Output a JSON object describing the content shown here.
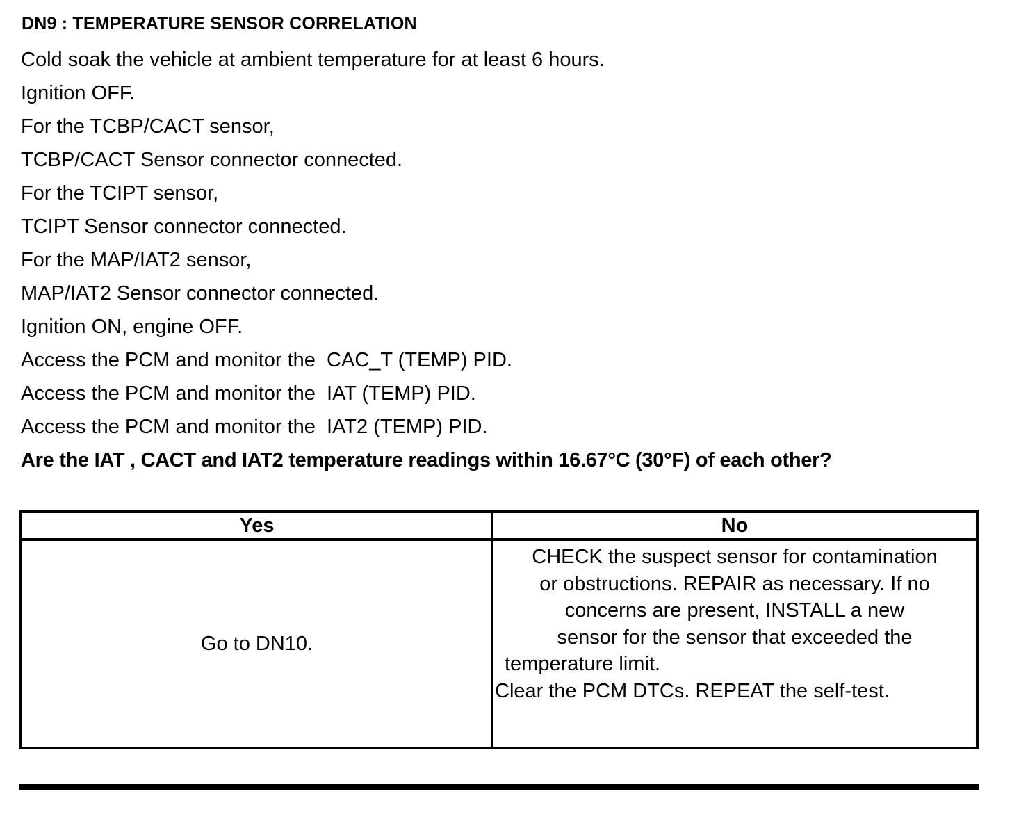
{
  "page": {
    "title": "DN9 : TEMPERATURE SENSOR CORRELATION",
    "instructions": [
      "Cold soak the vehicle at ambient temperature for at least 6 hours.",
      "Ignition OFF.",
      "For the TCBP/CACT sensor,",
      "TCBP/CACT Sensor connector connected.",
      "For the TCIPT sensor,",
      "TCIPT Sensor connector connected.",
      "For the MAP/IAT2 sensor,",
      "MAP/IAT2 Sensor connector connected.",
      "Ignition ON, engine OFF.",
      "Access the PCM and monitor the  CAC_T (TEMP) PID.",
      "Access the PCM and monitor the  IAT (TEMP) PID.",
      "Access the PCM and monitor the  IAT2 (TEMP) PID."
    ],
    "question": "Are the IAT , CACT and IAT2 temperature readings within 16.67°C (30°F) of each other?"
  },
  "decision_table": {
    "headers": {
      "yes": "Yes",
      "no": "No"
    },
    "yes_action": "Go to DN10.",
    "no_action_lines": [
      "CHECK the suspect sensor for contamination",
      "or obstructions. REPAIR as necessary. If no",
      "concerns are present, INSTALL a new",
      "sensor for the sensor that exceeded the",
      "temperature limit.",
      "Clear the PCM DTCs. REPEAT the self-test."
    ]
  },
  "colors": {
    "background": "#ffffff",
    "text": "#000000",
    "border": "#000000"
  }
}
